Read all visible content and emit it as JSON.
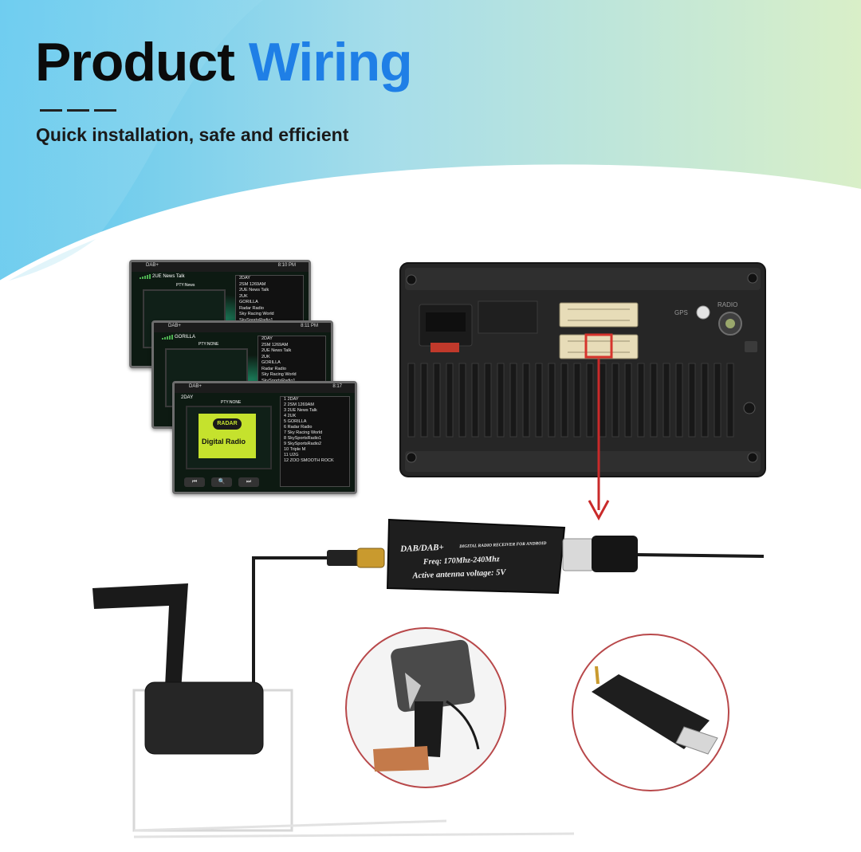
{
  "header": {
    "title_part1": "Product",
    "title_part2": "Wiring",
    "subtitle": "Quick installation, safe and efficient"
  },
  "screens": [
    {
      "app_label": "DAB+",
      "time": "8:10 PM",
      "station": "2UE News Talk",
      "pty": "PTY:News",
      "items": [
        "2DAY",
        "2SM 1269AM",
        "2UE News Talk",
        "2UK",
        "GORILLA",
        "Radar Radio",
        "Sky Racing World",
        "SkySportsRadio1"
      ]
    },
    {
      "app_label": "DAB+",
      "time": "8:11 PM",
      "station": "GORILLA",
      "pty": "PTY:NONE",
      "items": [
        "2DAY",
        "2SM 1269AM",
        "2UE News Talk",
        "2UK",
        "GORILLA",
        "Radar Radio",
        "Sky Racing World",
        "SkySportsRadio1"
      ]
    },
    {
      "app_label": "DAB+",
      "time": "8:17",
      "station": "2DAY",
      "pty": "PTY:NONE",
      "radar_logo": "RADAR",
      "radar_text": "Digital Radio",
      "items": [
        "2DAY",
        "2SM 1269AM",
        "2UE News Talk",
        "2UK",
        "GORILLA",
        "Radar Radio",
        "Sky Racing World",
        "SkySportsRadio1",
        "SkySportsRadio2",
        "Triple M",
        "U2G",
        "ZOO SMOOTH ROCK"
      ],
      "numbers": [
        "1",
        "2",
        "3",
        "4",
        "5",
        "6",
        "7",
        "8",
        "9",
        "10",
        "11",
        "12"
      ],
      "controls": [
        "⏮",
        "🔍",
        "⏭"
      ]
    }
  ],
  "head_unit": {
    "label_gps": "GPS",
    "label_radio": "RADIO"
  },
  "receiver": {
    "brand": "DAB/DAB+",
    "description": "DIGITAL RADIO RECEIVER FOR ANDROID",
    "freq": "Freq: 170Mhz-240Mhz",
    "voltage": "Active antenna voltage: 5V"
  },
  "colors": {
    "title_blue": "#1f7fe6",
    "arrow_red": "#c92a2a",
    "highlight_red": "#d6342c",
    "circle_red": "#b8484a"
  }
}
